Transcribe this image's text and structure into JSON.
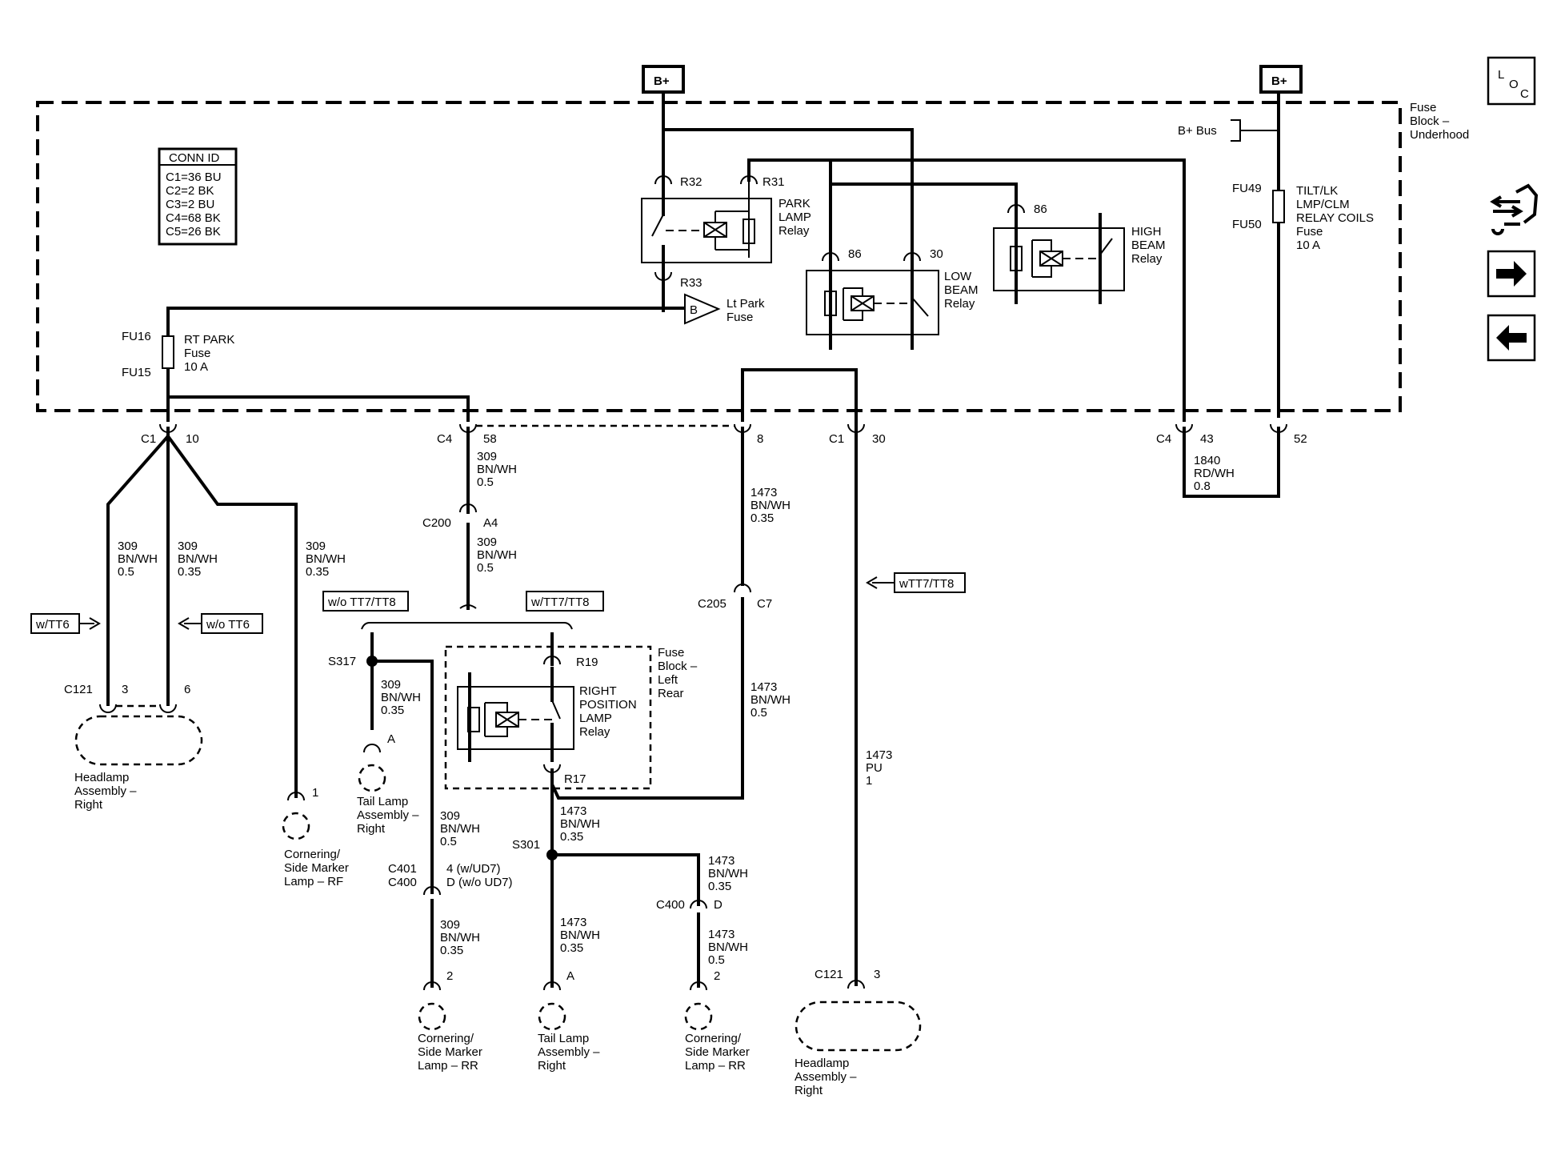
{
  "power": {
    "left": "B+",
    "right": "B+"
  },
  "fuse_block": {
    "line1": "Fuse",
    "line2": "Block –",
    "line3": "Underhood"
  },
  "bplus_bus": "B+ Bus",
  "conn_id": {
    "title": "CONN ID",
    "rows": [
      "C1=36 BU",
      "C2=2 BK",
      "C3=2 BU",
      "C4=68 BK",
      "C5=26 BK"
    ]
  },
  "park_relay": {
    "r32": "R32",
    "r31": "R31",
    "r33": "R33",
    "name": [
      "PARK",
      "LAMP",
      "Relay"
    ]
  },
  "lt_park_fuse": {
    "marker": "B",
    "line1": "Lt Park",
    "line2": "Fuse"
  },
  "low_beam_relay": {
    "p86": "86",
    "p30": "30",
    "name": [
      "LOW",
      "BEAM",
      "Relay"
    ]
  },
  "high_beam_relay": {
    "p86": "86",
    "name": [
      "HIGH",
      "BEAM",
      "Relay"
    ]
  },
  "tilt_fuse": {
    "fu49": "FU49",
    "fu50": "FU50",
    "name": [
      "TILT/LK",
      "LMP/CLM",
      "RELAY COILS",
      "Fuse",
      "10 A"
    ]
  },
  "rt_park_fuse": {
    "fu16": "FU16",
    "fu15": "FU15",
    "name": [
      "RT PARK",
      "Fuse",
      "10 A"
    ]
  },
  "connectors": {
    "c1_10": {
      "id": "C1",
      "pin": "10"
    },
    "c4_58": {
      "id": "C4",
      "pin": "58"
    },
    "pin8": "8",
    "c1_30": {
      "id": "C1",
      "pin": "30"
    },
    "c4_43": {
      "id": "C4",
      "pin": "43"
    },
    "pin52": "52",
    "c200": {
      "id": "C200",
      "pin": "A4"
    },
    "c205": {
      "id": "C205",
      "pin": "C7"
    },
    "c121_left": {
      "id": "C121",
      "pin3": "3",
      "pin6": "6"
    },
    "c121_right": {
      "id": "C121",
      "pin": "3"
    },
    "s317": "S317",
    "s301": "S301",
    "r19": "R19",
    "r17": "R17",
    "c401_c400": {
      "c401": "C401",
      "c400": "C400",
      "pin1": "4 (w/UD7)",
      "pin2": "D (w/o UD7)"
    },
    "c400_d": {
      "id": "C400",
      "pin": "D"
    },
    "pin_a_tail": "A",
    "pin_a_tail2": "A",
    "pin1_corner": "1",
    "pin2_corner_mid": "2",
    "pin2_corner_right": "2"
  },
  "wires": {
    "w_c1_left": [
      "309",
      "BN/WH",
      "0.5"
    ],
    "w_c1_mid": [
      "309",
      "BN/WH",
      "0.35"
    ],
    "w_c1_right": [
      "309",
      "BN/WH",
      "0.35"
    ],
    "w_c4_58": [
      "309",
      "BN/WH",
      "0.5"
    ],
    "w_c200": [
      "309",
      "BN/WH",
      "0.5"
    ],
    "w_8": [
      "1473",
      "BN/WH",
      "0.35"
    ],
    "w_1840": [
      "1840",
      "RD/WH",
      "0.8"
    ],
    "w_c205": [
      "1473",
      "BN/WH",
      "0.5"
    ],
    "w_pu": [
      "1473",
      "PU",
      "1"
    ],
    "w_s317": [
      "309",
      "BN/WH",
      "0.35"
    ],
    "w_309_05": [
      "309",
      "BN/WH",
      "0.5"
    ],
    "w_309_035b": [
      "309",
      "BN/WH",
      "0.35"
    ],
    "w_r17": [
      "1473",
      "BN/WH",
      "0.35"
    ],
    "w_s301_down": [
      "1473",
      "BN/WH",
      "0.35"
    ],
    "w_s301_right": [
      "1473",
      "BN/WH",
      "0.35"
    ],
    "w_c400_d": [
      "1473",
      "BN/WH",
      "0.5"
    ]
  },
  "options": {
    "w_tt6": "w/TT6",
    "wo_tt6": "w/o TT6",
    "wo_tt7": "w/o TT7/TT8",
    "w_tt7": "w/TT7/TT8",
    "w_tt7_right": "wTT7/TT8"
  },
  "left_rear_block": {
    "name": [
      "Fuse",
      "Block –",
      "Left",
      "Rear"
    ]
  },
  "right_pos_relay": {
    "name": [
      "RIGHT",
      "POSITION",
      "LAMP",
      "Relay"
    ]
  },
  "components": {
    "headlamp_left": [
      "Headlamp",
      "Assembly –",
      "Right"
    ],
    "cornering_rf": [
      "Cornering/",
      "Side Marker",
      "Lamp – RF"
    ],
    "tail_right1": [
      "Tail Lamp",
      "Assembly –",
      "Right"
    ],
    "cornering_rr1": [
      "Cornering/",
      "Side Marker",
      "Lamp – RR"
    ],
    "tail_right2": [
      "Tail Lamp",
      "Assembly –",
      "Right"
    ],
    "cornering_rr2": [
      "Cornering/",
      "Side Marker",
      "Lamp – RR"
    ],
    "headlamp_right": [
      "Headlamp",
      "Assembly –",
      "Right"
    ]
  },
  "loc_icon": {
    "l": "L",
    "o": "O",
    "c": "C"
  }
}
